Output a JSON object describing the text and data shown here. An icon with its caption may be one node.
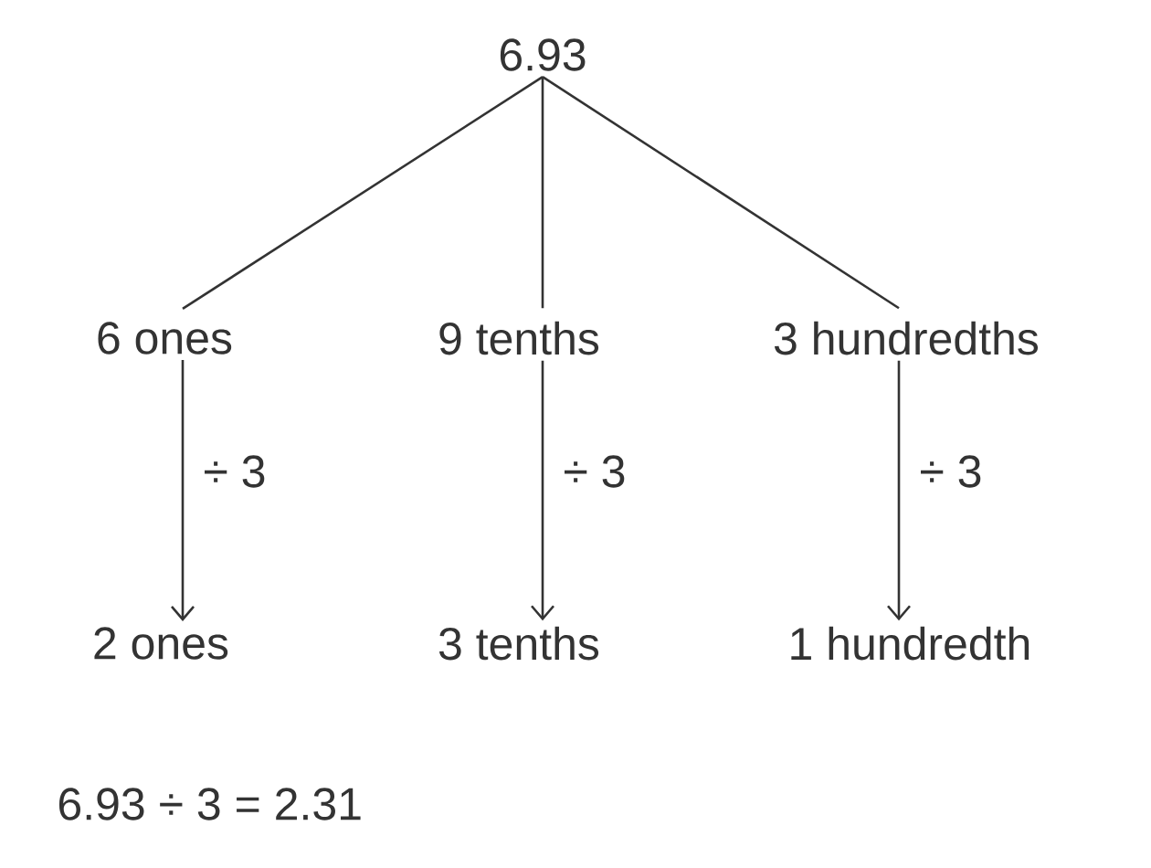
{
  "diagram": {
    "nodes": [
      {
        "text": [
          "6.93"
        ]
      },
      {
        "text": [
          "6 ones"
        ]
      },
      {
        "text": [
          "9 tenths"
        ]
      },
      {
        "text": [
          "3 hundredths"
        ]
      },
      {
        "text": [
          "2 ones"
        ]
      },
      {
        "text": [
          "3 tenths"
        ]
      },
      {
        "text": [
          "1 hundredth"
        ]
      }
    ],
    "edges": [
      {
        "from": 0,
        "to": 1,
        "arrow": "none"
      },
      {
        "from": 0,
        "to": 2,
        "arrow": "none"
      },
      {
        "from": 0,
        "to": 3,
        "arrow": "none"
      },
      {
        "from": 1,
        "to": 4,
        "arrow": "to",
        "label": "÷ 3"
      },
      {
        "from": 2,
        "to": 5,
        "arrow": "to",
        "label": "÷ 3"
      },
      {
        "from": 3,
        "to": 6,
        "arrow": "to",
        "label": "÷ 3"
      }
    ],
    "labels": [
      "6.93 ÷ 3 = 2.31"
    ]
  }
}
